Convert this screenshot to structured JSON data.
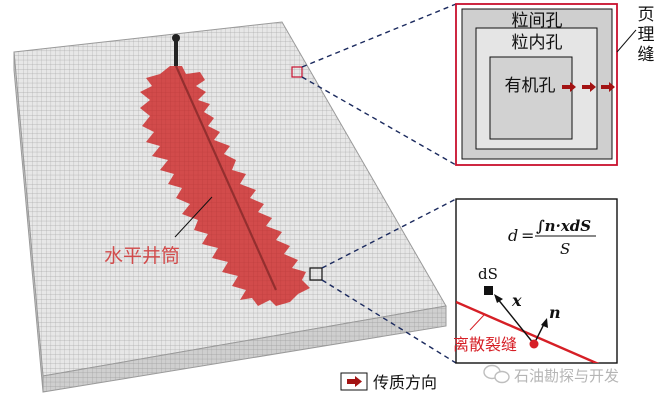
{
  "colors": {
    "fracture_red": "#d24b4b",
    "inset_border": "#c8102e",
    "arrow_red": "#a31313",
    "dash_navy": "#1b2a5e",
    "grid_line": "#a8a8a8",
    "slab_top": "#e7e7e7",
    "slab_side": "#cfcfcf"
  },
  "labels": {
    "wellbore": "水平井筒",
    "intergranular_pore": "粒间孔",
    "intragranular_pore": "粒内孔",
    "organic_pore": "有机孔",
    "bedding_fracture": "页理缝",
    "discrete_fracture": "离散裂缝",
    "formula_lhs": "d",
    "formula_eq": "=",
    "formula_numerator": "∫n·xdS",
    "formula_denominator": "S",
    "ds_label": "dS",
    "x_vector": "x",
    "n_vector": "n",
    "legend_text": "传质方向",
    "watermark": "石油勘探与开发"
  },
  "icons": {
    "legend_arrow": "right-arrow-icon",
    "watermark_logo": "wechat-logo-icon"
  }
}
